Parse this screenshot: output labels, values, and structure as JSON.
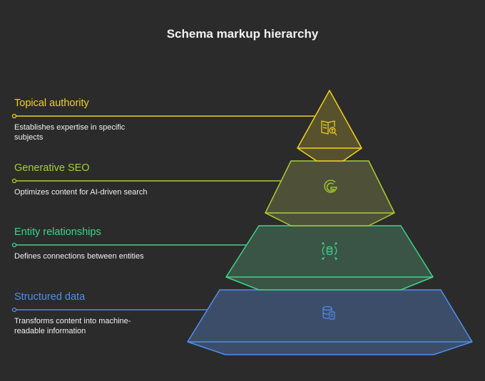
{
  "title": "Schema markup hierarchy",
  "tiers": [
    {
      "label": "Topical authority",
      "description": "Establishes expertise in specific subjects",
      "icon": "book-search-icon",
      "color": "#f2d31b",
      "fill": "#58512d"
    },
    {
      "label": "Generative SEO",
      "description": "Optimizes content for AI-driven search",
      "icon": "google-g-icon",
      "color": "#a8cf2e",
      "fill": "#4e5137"
    },
    {
      "label": "Entity relationships",
      "description": "Defines connections between entities",
      "icon": "database-expand-icon",
      "color": "#3fd48a",
      "fill": "#3a5446"
    },
    {
      "label": "Structured data",
      "description": "Transforms content into machine-readable information",
      "icon": "database-document-icon",
      "color": "#4f8ff0",
      "fill": "#3c4d6a"
    }
  ]
}
